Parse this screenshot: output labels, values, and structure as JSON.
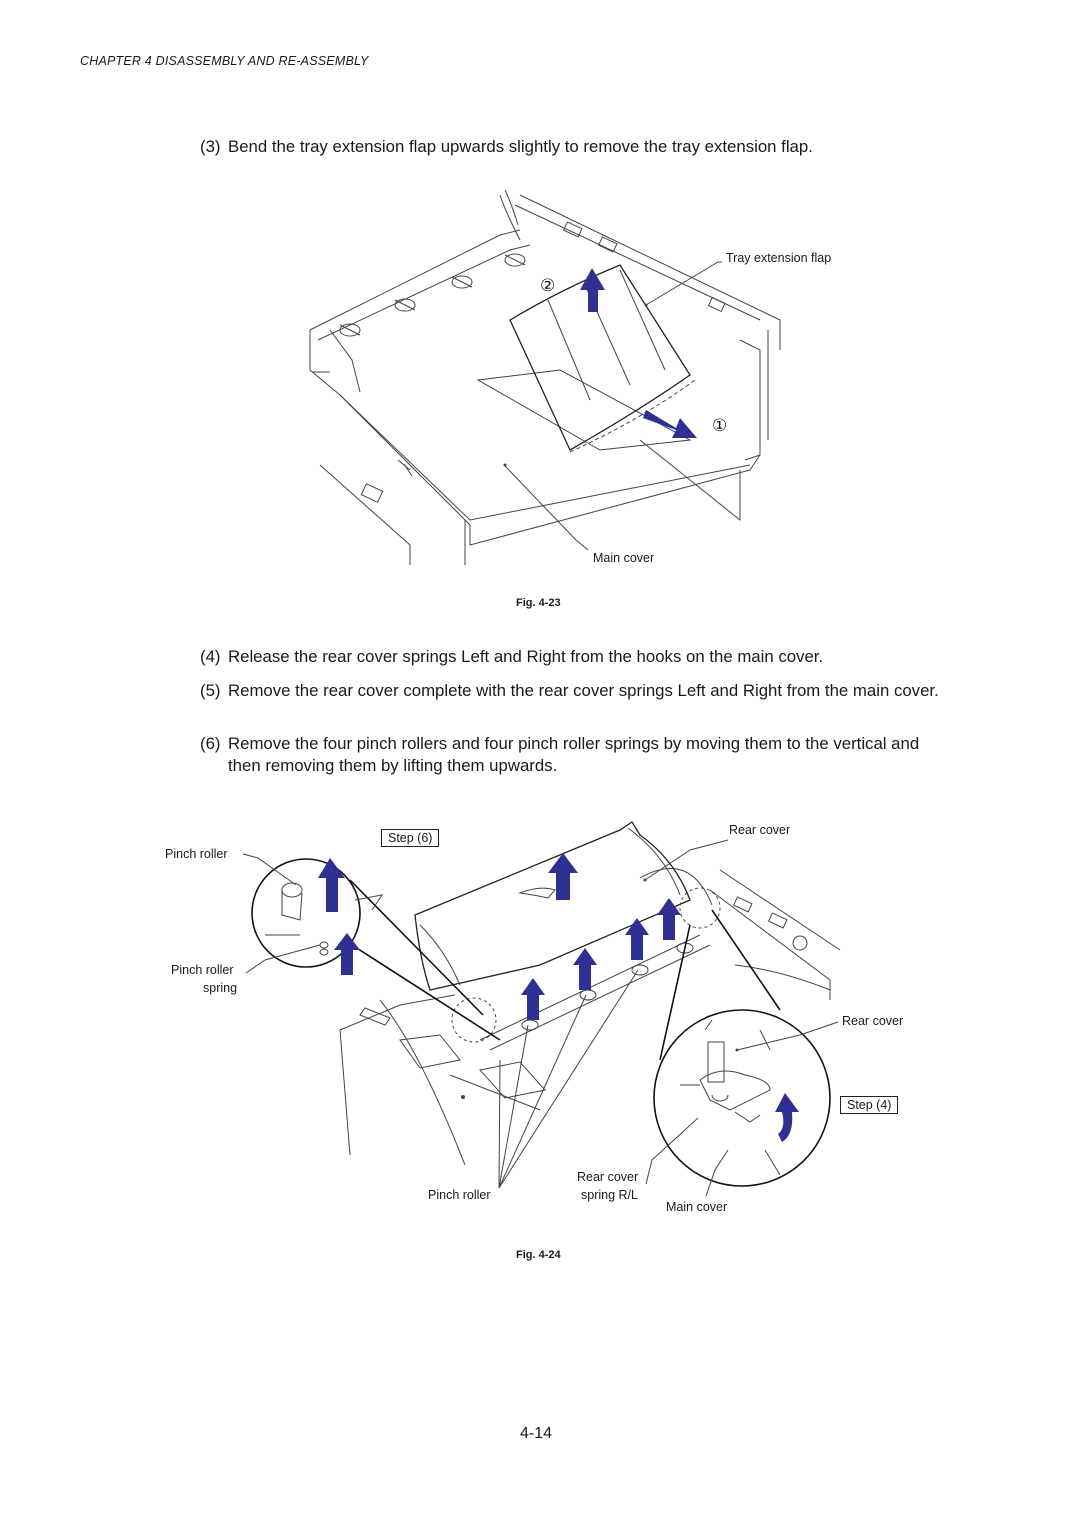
{
  "header": {
    "chapter": "CHAPTER 4  DISASSEMBLY AND RE-ASSEMBLY"
  },
  "steps": [
    {
      "num": "(3)",
      "text": "Bend the tray extension flap upwards slightly to remove the tray extension flap."
    },
    {
      "num": "(4)",
      "text": "Release the rear cover springs Left and Right from the hooks on the main cover."
    },
    {
      "num": "(5)",
      "text": "Remove the rear cover complete with the rear cover springs Left and Right from the main cover."
    },
    {
      "num": "(6)",
      "text": "Remove the four pinch rollers and four pinch roller springs by moving them to the vertical and then removing them by lifting them upwards."
    }
  ],
  "fig23": {
    "caption": "Fig. 4-23",
    "labels": {
      "tray_extension_flap": "Tray extension flap",
      "main_cover": "Main cover",
      "marker1": "①",
      "marker2": "②"
    }
  },
  "fig24": {
    "caption": "Fig. 4-24",
    "labels": {
      "pinch_roller_top": "Pinch roller",
      "pinch_roller_spring_1": "Pinch roller",
      "pinch_roller_spring_2": "spring",
      "step6": "Step (6)",
      "rear_cover_top": "Rear cover",
      "rear_cover_right": "Rear cover",
      "step4": "Step (4)",
      "pinch_roller_bottom": "Pinch roller",
      "rear_cover_spring_1": "Rear cover",
      "rear_cover_spring_2": "spring R/L",
      "main_cover": "Main cover"
    }
  },
  "footer": {
    "page_number": "4-14"
  },
  "colors": {
    "arrow": "#2e3192",
    "line": "#444444"
  }
}
